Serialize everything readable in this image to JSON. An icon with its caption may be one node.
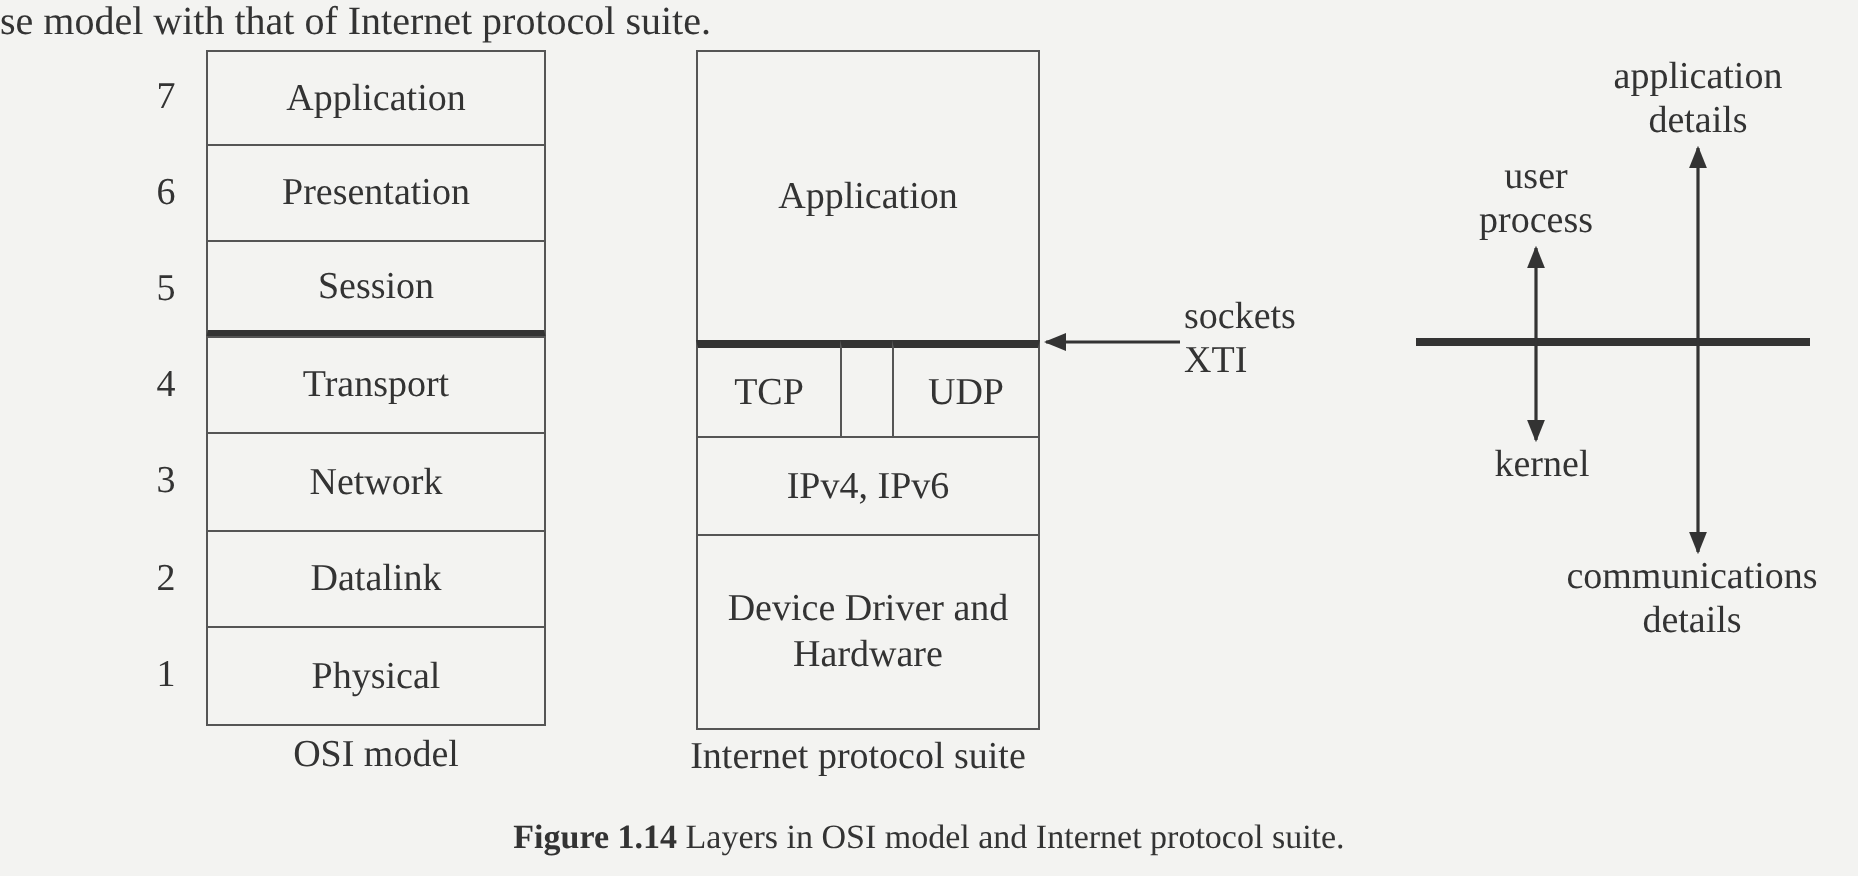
{
  "diagram": {
    "caption": "**Figure 1.14** Layers in OSI model and Internet protocol suite.",
    "nodes": [
      {
        "text": [
          "OSI model"
        ]
      },
      {
        "text": [
          "Application"
        ],
        "in": 0,
        "beside": [
          "7"
        ]
      },
      {
        "text": [
          "Presentation"
        ],
        "in": 0,
        "beside": [
          "6"
        ]
      },
      {
        "text": [
          "Session"
        ],
        "in": 0,
        "beside": [
          "5"
        ]
      },
      {
        "text": [
          "Transport"
        ],
        "in": 0,
        "beside": [
          "4"
        ]
      },
      {
        "text": [
          "Network"
        ],
        "in": 0,
        "beside": [
          "3"
        ]
      },
      {
        "text": [
          "Datalink"
        ],
        "in": 0,
        "beside": [
          "2"
        ]
      },
      {
        "text": [
          "Physical"
        ],
        "in": 0,
        "beside": [
          "1"
        ]
      },
      {
        "text": [
          "Internet protocol suite"
        ]
      },
      {
        "text": [
          "Application"
        ],
        "in": 8
      },
      {
        "text": [
          "TCP"
        ],
        "in": 8
      },
      {
        "text": [],
        "shape": "box",
        "in": 8
      },
      {
        "text": [
          "UDP"
        ],
        "in": 8
      },
      {
        "text": [
          "IPv4, IPv6"
        ],
        "in": 8
      },
      {
        "text": [
          "Device Driver and Hardware"
        ],
        "in": 8
      },
      {
        "text": [
          "sockets XTI"
        ]
      },
      {
        "text": [
          "user process"
        ]
      },
      {
        "text": [
          "kernel"
        ]
      },
      {
        "text": [
          "application details"
        ]
      },
      {
        "text": [
          "communications details"
        ]
      }
    ],
    "edges": [
      {
        "from": 15,
        "to": 8,
        "arrow": "to"
      },
      {
        "from": 16,
        "to": 17,
        "arrow": "both"
      },
      {
        "from": 18,
        "to": 19,
        "arrow": "both"
      }
    ],
    "labels": [
      "se model with that of Internet protocol suite."
    ]
  }
}
